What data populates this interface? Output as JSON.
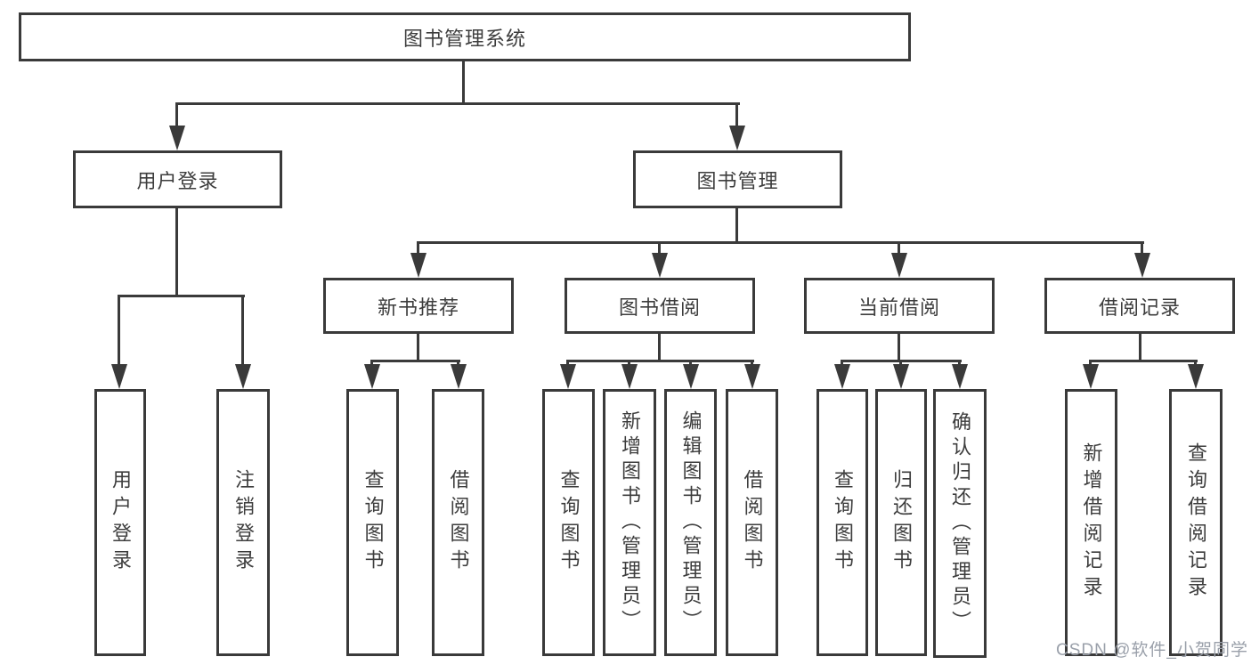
{
  "root": {
    "label": "图书管理系统"
  },
  "login": {
    "label": "用户登录",
    "leaves": [
      {
        "label": "用户登录"
      },
      {
        "label": "注销登录"
      }
    ]
  },
  "mgmt": {
    "label": "图书管理",
    "sections": [
      {
        "label": "新书推荐",
        "leaves": [
          {
            "label": "查询图书"
          },
          {
            "label": "借阅图书"
          }
        ]
      },
      {
        "label": "图书借阅",
        "leaves": [
          {
            "label": "查询图书"
          },
          {
            "label": "新增图书（管理员）"
          },
          {
            "label": "编辑图书（管理员）"
          },
          {
            "label": "借阅图书"
          }
        ]
      },
      {
        "label": "当前借阅",
        "leaves": [
          {
            "label": "查询图书"
          },
          {
            "label": "归还图书"
          },
          {
            "label": "确认归还（管理员）"
          }
        ]
      },
      {
        "label": "借阅记录",
        "leaves": [
          {
            "label": "新增借阅记录"
          },
          {
            "label": "查询借阅记录"
          }
        ]
      }
    ]
  },
  "watermark": {
    "label": "CSDN @软件_小贺同学"
  },
  "colors": {
    "line": "#3a3a3a",
    "text": "#3d3d3d",
    "background": "#ffffff",
    "watermark": "#9aa0aa"
  }
}
